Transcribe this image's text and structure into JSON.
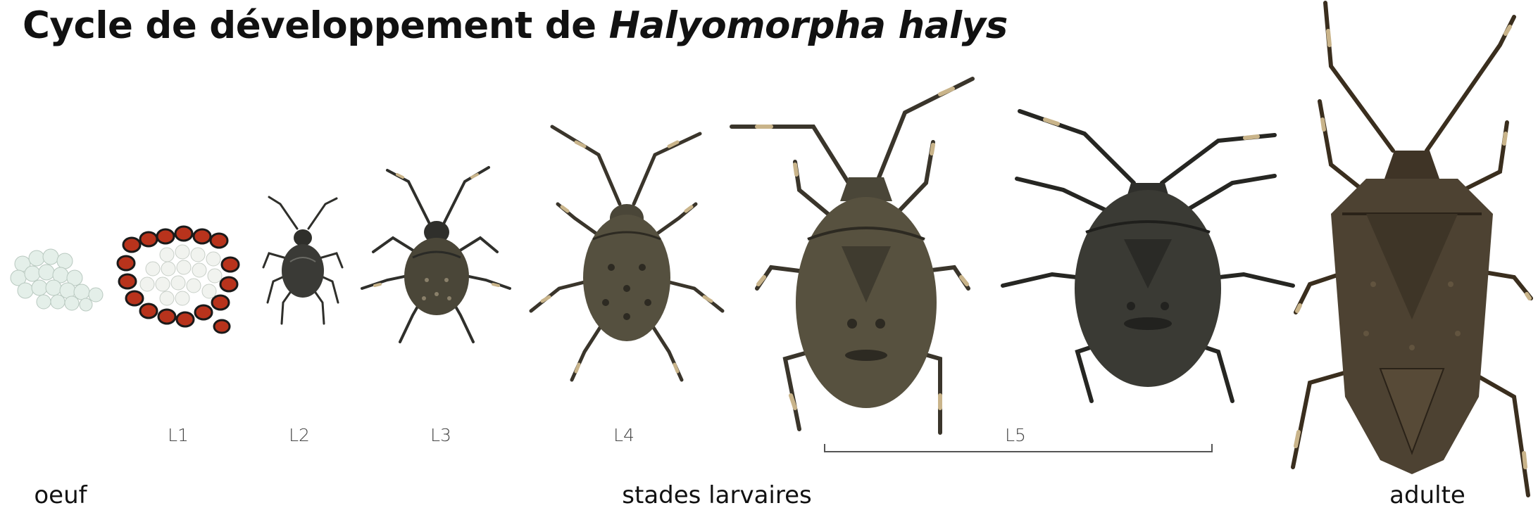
{
  "title": {
    "prefix": "Cycle de développement de ",
    "species": "Halyomorpha halys"
  },
  "stages": {
    "l1": "L1",
    "l2": "L2",
    "l3": "L3",
    "l4": "L4",
    "l5": "L5"
  },
  "groups": {
    "egg": "oeuf",
    "larval": "stades larvaires",
    "adult": "adulte"
  },
  "colors": {
    "body_dark": "#2f2f2b",
    "body_mottled": "#4a4638",
    "leg_band_light": "#c9b48a",
    "egg_white": "#e4efe9",
    "egg_red": "#b8331c"
  }
}
